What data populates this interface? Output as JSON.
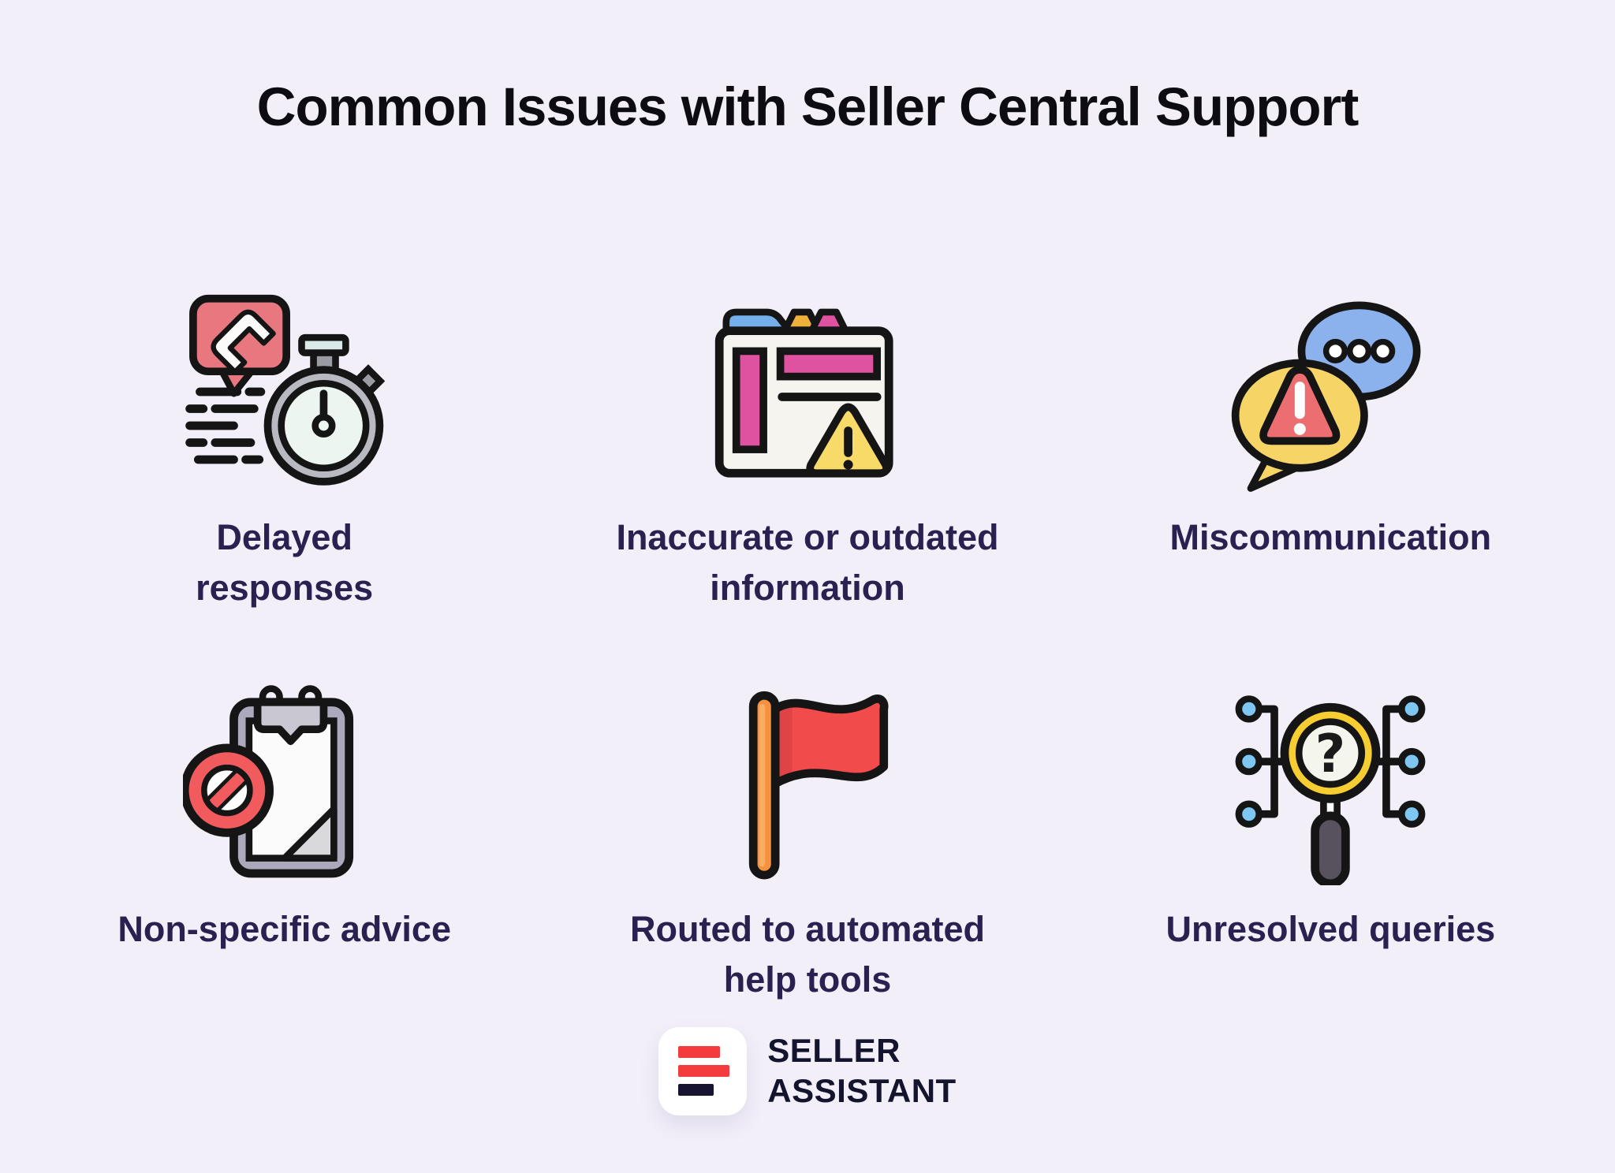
{
  "title": "Common Issues with Seller Central Support",
  "items": [
    {
      "label": "Delayed responses",
      "icon": "phone-stopwatch-icon"
    },
    {
      "label": "Inaccurate or outdated information",
      "icon": "browser-warning-icon"
    },
    {
      "label": "Miscommunication",
      "icon": "chat-bubbles-warning-icon"
    },
    {
      "label": "Non-specific advice",
      "icon": "clipboard-prohibited-icon"
    },
    {
      "label": "Routed to automated help tools",
      "icon": "red-flag-icon"
    },
    {
      "label": "Unresolved queries",
      "icon": "magnifier-question-icon"
    }
  ],
  "logo": {
    "line1": "SELLER",
    "line2": "ASSISTANT"
  },
  "colors": {
    "background": "#F2EFF9",
    "title_text": "#0C0C12",
    "label_text": "#2B2151",
    "outline": "#151515",
    "bubble_red": "#E8777F",
    "stopwatch_gray": "#B9BAC1",
    "stopwatch_face": "#EDF5F1",
    "tab_blue": "#74AEEB",
    "tab_orange": "#F0B13A",
    "bar_pink": "#DF529F",
    "warning_yellow": "#F8DA69",
    "chat_blue": "#8BB2ED",
    "chat_yellow": "#F7D466",
    "warning_red": "#EC6E70",
    "clipboard_gray": "#ACA9BD",
    "prohibit_red": "#F15B5E",
    "flag_red": "#F14B4B",
    "pole_orange": "#F6913F",
    "magnifier_yellow": "#F7CE31",
    "handle_gray": "#57525E",
    "node_blue": "#7EC7F2",
    "brand_red": "#F43B3E",
    "brand_navy": "#161430"
  }
}
